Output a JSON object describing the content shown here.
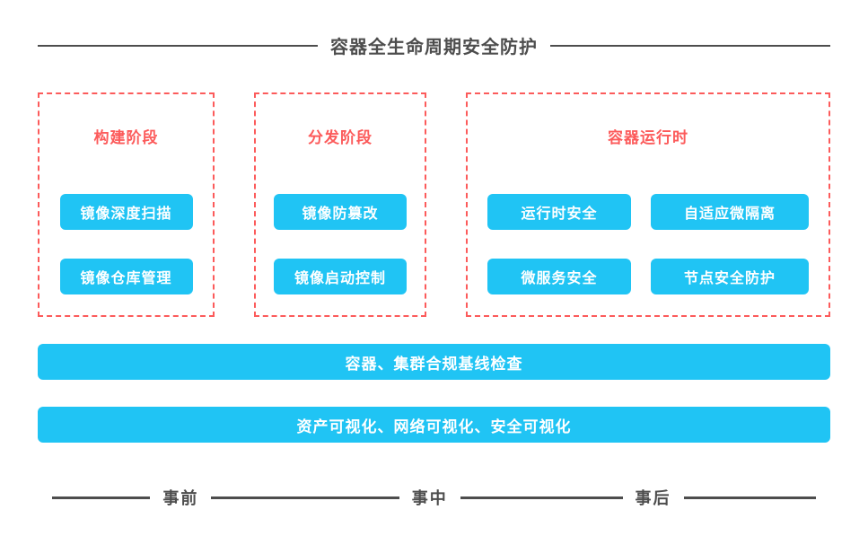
{
  "title": "容器全生命周期安全防护",
  "stages": [
    {
      "name": "构建阶段",
      "items": [
        "镜像深度扫描",
        "镜像仓库管理"
      ]
    },
    {
      "name": "分发阶段",
      "items": [
        "镜像防篡改",
        "镜像启动控制"
      ]
    },
    {
      "name": "容器运行时",
      "items": [
        "运行时安全",
        "自适应微隔离",
        "微服务安全",
        "节点安全防护"
      ]
    }
  ],
  "bars": [
    "容器、集群合规基线检查",
    "资产可视化、网络可视化、安全可视化"
  ],
  "timeline": [
    "事前",
    "事中",
    "事后"
  ],
  "colors": {
    "accent_cyan": "#20C4F4",
    "accent_red": "#FC5B5B",
    "line_gray": "#4D4D4D"
  }
}
